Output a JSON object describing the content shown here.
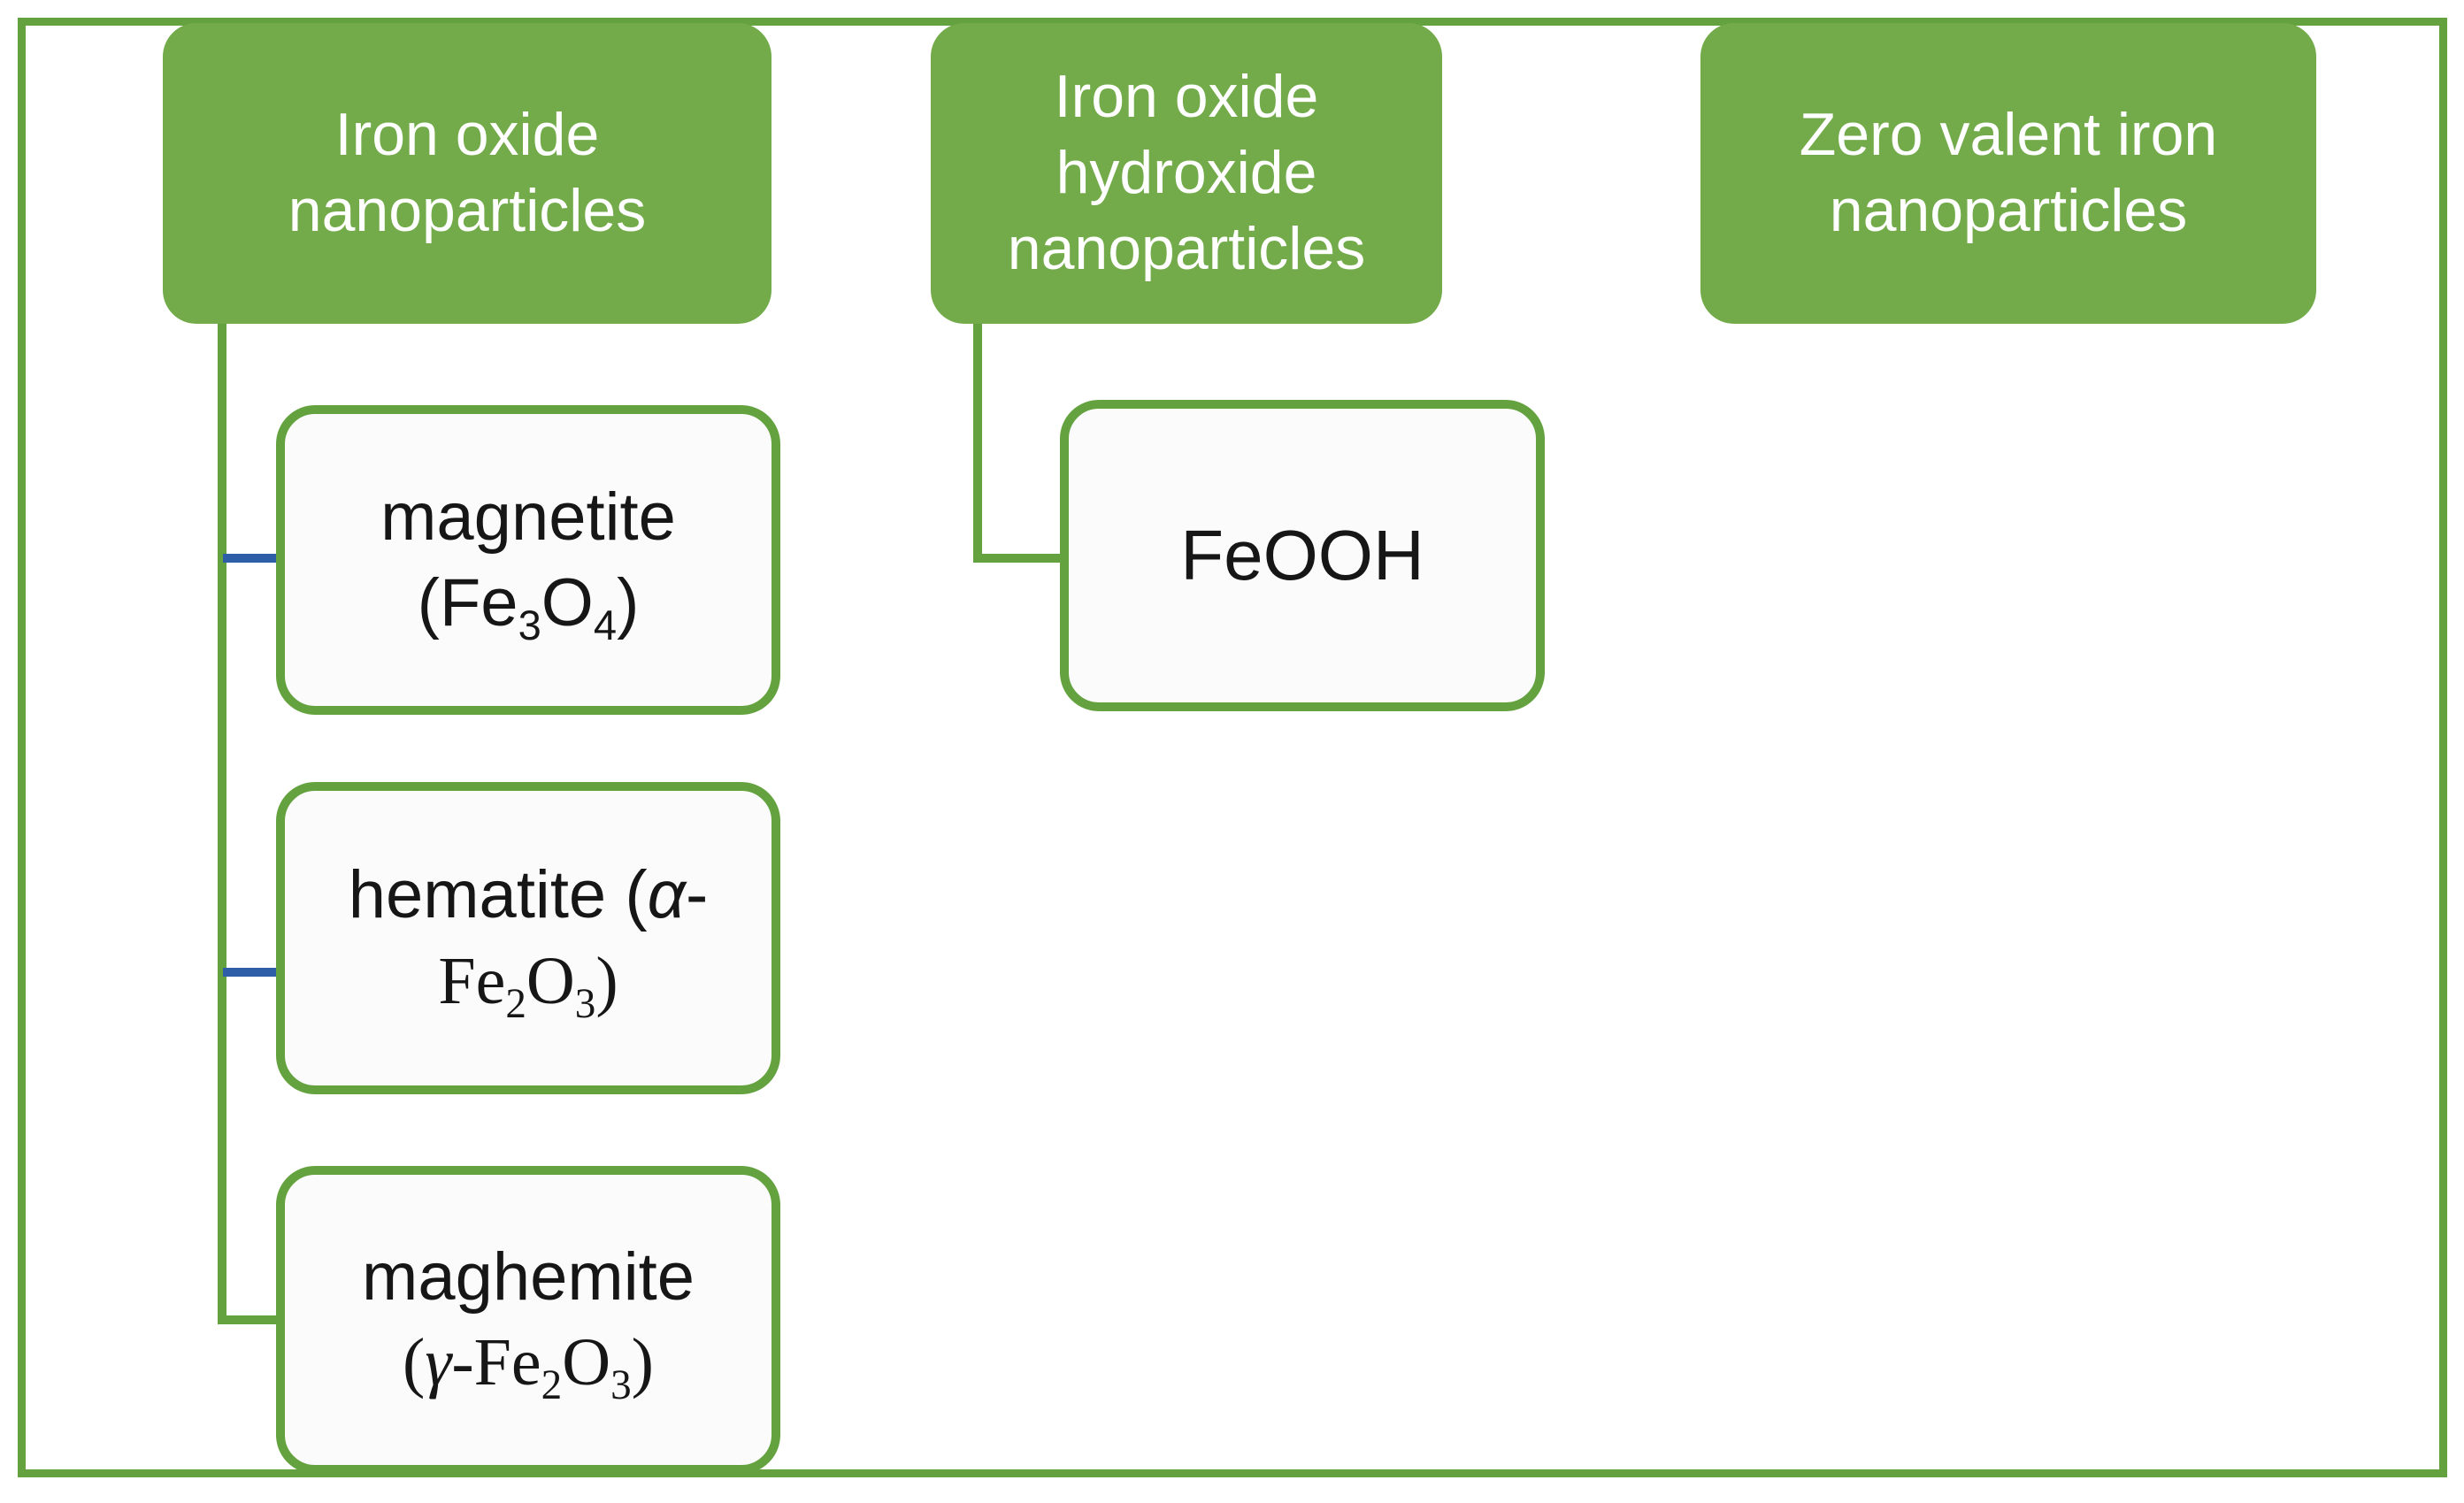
{
  "colors": {
    "green_fill": "#73AB4B",
    "green_line": "#63A23E",
    "blue_line": "#2E5EA8",
    "child_fill": "#FBFBFB",
    "parent_text": "#FFFFFF",
    "child_text": "#161616",
    "background": "#FFFFFF"
  },
  "parents": [
    {
      "label": "Iron oxide\nnanoparticles"
    },
    {
      "label": "Iron oxide\nhydroxide\nnanoparticles"
    },
    {
      "label": "Zero valent iron\nnanoparticles"
    }
  ],
  "children": [
    {
      "line1_html": "magnetite",
      "line2_html": "(Fe<sub>3</sub>O<sub>4</sub>)"
    },
    {
      "line1_html": "hematite (<i>α</i>-",
      "line2_html": "Fe<sub>2</sub>O<sub>3</sub>)"
    },
    {
      "line1_html": "maghemite",
      "line2_html": "(<i>γ</i>-Fe<sub>2</sub>O<sub>3</sub>)"
    },
    {
      "line1_html": "FeOOH",
      "line2_html": ""
    }
  ]
}
